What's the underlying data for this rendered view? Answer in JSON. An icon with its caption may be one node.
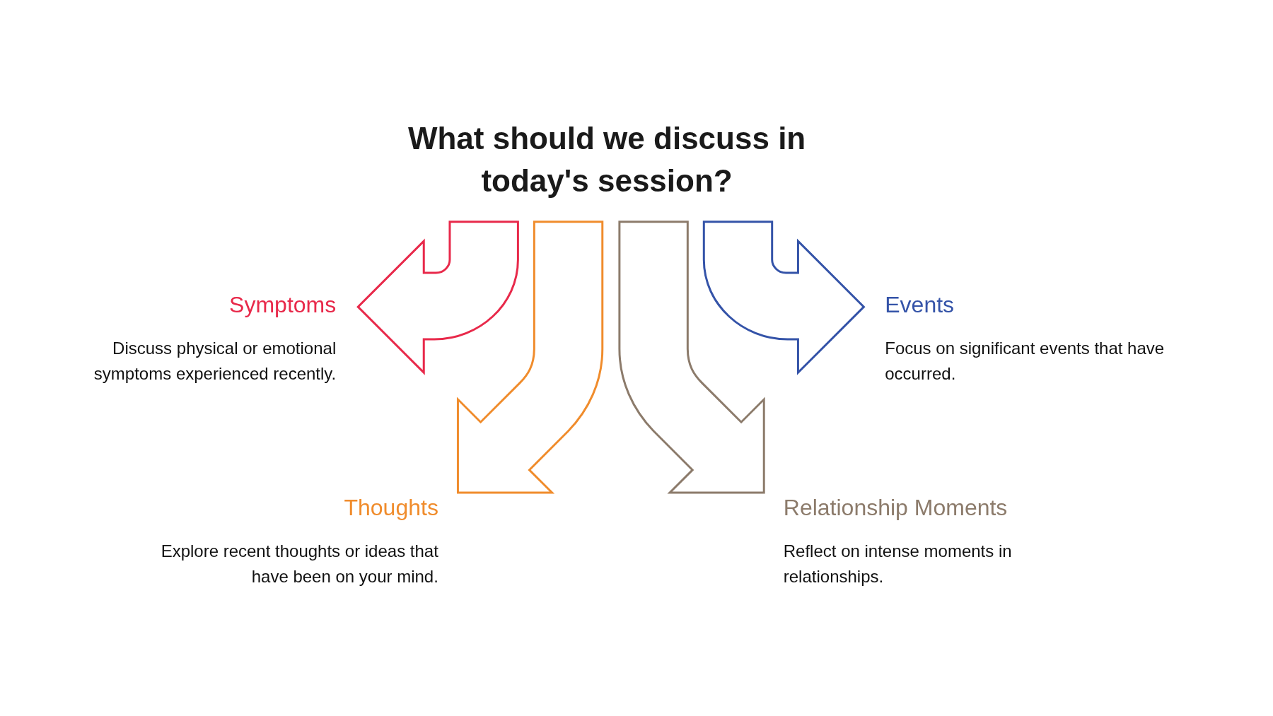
{
  "diagram": {
    "nodes": [
      {
        "text": [
          "What should we discuss in today's session?"
        ]
      },
      {
        "text": [
          "Symptoms",
          "Discuss physical or emotional symptoms experienced recently."
        ]
      },
      {
        "text": [
          "Thoughts",
          "Explore recent thoughts or ideas that have been on your mind."
        ]
      },
      {
        "text": [
          "Relationship Moments",
          "Reflect on intense moments in relationships."
        ]
      },
      {
        "text": [
          "Events",
          "Focus on significant events that have occurred."
        ]
      }
    ],
    "edges": [
      {
        "from": 0,
        "to": 1,
        "arrow": "to",
        "style": "thick",
        "color": "#e8294a"
      },
      {
        "from": 0,
        "to": 2,
        "arrow": "to",
        "style": "thick",
        "color": "#f08c2c"
      },
      {
        "from": 0,
        "to": 3,
        "arrow": "to",
        "style": "thick",
        "color": "#8c7b6b"
      },
      {
        "from": 0,
        "to": 4,
        "arrow": "to",
        "style": "thick",
        "color": "#3453a8"
      }
    ]
  }
}
